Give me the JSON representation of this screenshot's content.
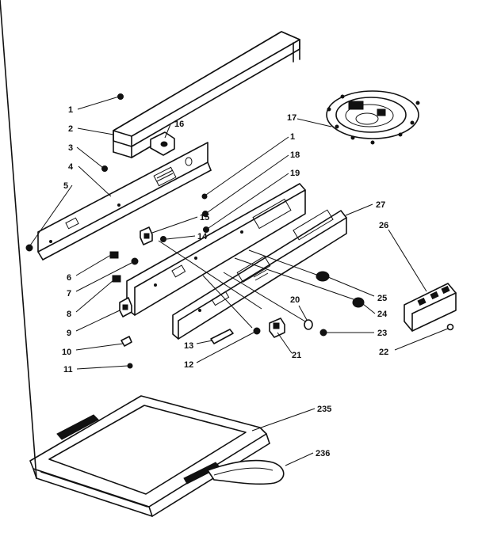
{
  "callouts": {
    "c1a": "1",
    "c2": "2",
    "c3": "3",
    "c4": "4",
    "c5": "5",
    "c16": "16",
    "c17": "17",
    "c1b": "1",
    "c18": "18",
    "c19": "19",
    "c15": "15",
    "c14": "14",
    "c27": "27",
    "c26": "26",
    "c6": "6",
    "c7": "7",
    "c8": "8",
    "c9": "9",
    "c10": "10",
    "c11": "11",
    "c13": "13",
    "c12": "12",
    "c21": "21",
    "c20": "20",
    "c25": "25",
    "c24": "24",
    "c23": "23",
    "c22": "22",
    "c235": "235",
    "c236": "236"
  }
}
